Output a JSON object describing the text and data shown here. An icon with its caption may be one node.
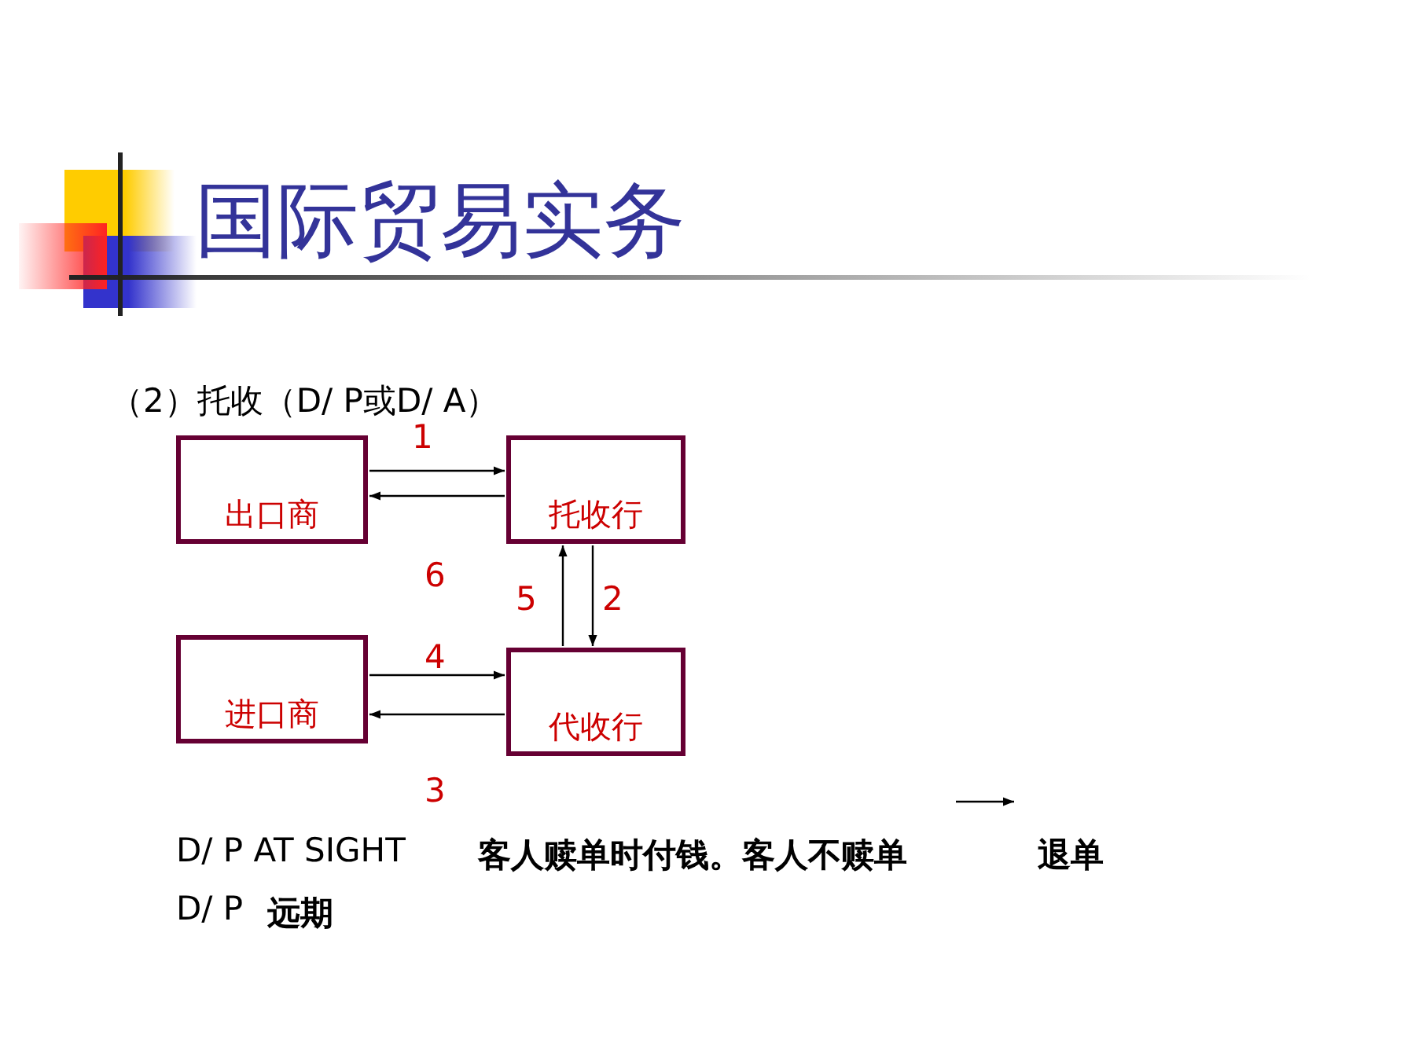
{
  "diagram": {
    "title": "国际贸易实务",
    "nodes": [
      {
        "text": [
          "出口商"
        ]
      },
      {
        "text": [
          "托收行"
        ]
      },
      {
        "text": [
          "进口商"
        ]
      },
      {
        "text": [
          "代收行"
        ]
      }
    ],
    "edges": [
      {
        "from": 0,
        "to": 1,
        "arrow": "to",
        "label": "1"
      },
      {
        "from": 1,
        "to": 0,
        "arrow": "to",
        "label": "6"
      },
      {
        "from": 3,
        "to": 1,
        "arrow": "to",
        "label": "5"
      },
      {
        "from": 1,
        "to": 3,
        "arrow": "to",
        "label": "2"
      },
      {
        "from": 2,
        "to": 3,
        "arrow": "to",
        "label": "4"
      },
      {
        "from": 3,
        "to": 2,
        "arrow": "to",
        "label": "3"
      }
    ],
    "labels": [
      "（2）托收（D/ P或D/ A）",
      "D/ P AT SIGHT",
      "客人赎单时付钱。客人不赎单",
      "退单",
      "D/ P",
      "远期"
    ]
  }
}
